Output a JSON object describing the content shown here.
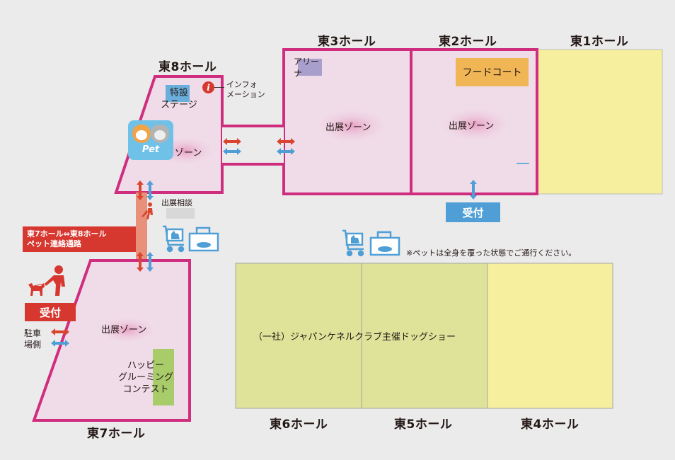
{
  "halls": {
    "east1": "東1ホール",
    "east2": "東2ホール",
    "east3": "東3ホール",
    "east4": "東4ホール",
    "east5": "東5ホール",
    "east6": "東6ホール",
    "east7": "東7ホール",
    "east8": "東8ホール"
  },
  "areas": {
    "arena": "アリーナ",
    "food_court": "フードコート",
    "special_stage": "特設\nステージ",
    "info": "インフォ\nメーション",
    "pet_zone": "ゾーン",
    "pet_badge": "Pet",
    "exhibit_zone": "出展ゾーン",
    "consult_booth": "出展相談\nブース",
    "reception": "受付",
    "corridor": "東7ホール⇔東8ホール\nペット連絡通路",
    "parking_side": "駐車\n場側",
    "grooming": "ハッピー\nグルーミング\nコンテスト",
    "dog_show": "（一社）ジャパンケネルクラブ主催ドッグショー",
    "pet_notice": "※ペットは全身を覆った状態でご通行ください。",
    "info_icon": "i"
  },
  "colors": {
    "hall_border": "#cf2e7e",
    "hall_fill": "#f0dce8",
    "yellow_hall": "#f6f09e",
    "green_hall": "#dfe39a",
    "arrow_red": "#d9452f",
    "arrow_blue": "#4f9fd6",
    "reception_blue": "#4f9fd6",
    "reception_red": "#d6372f",
    "food_court": "#f0b555",
    "arena": "#a89fcc",
    "stage": "#6aaedb",
    "grooming": "#a9cc6a",
    "corridor": "#e8907a"
  },
  "icons": [
    "info-icon",
    "pet-cat-dog-icon",
    "dog-walker-icon",
    "pet-cart-icon",
    "pet-carrier-icon"
  ]
}
